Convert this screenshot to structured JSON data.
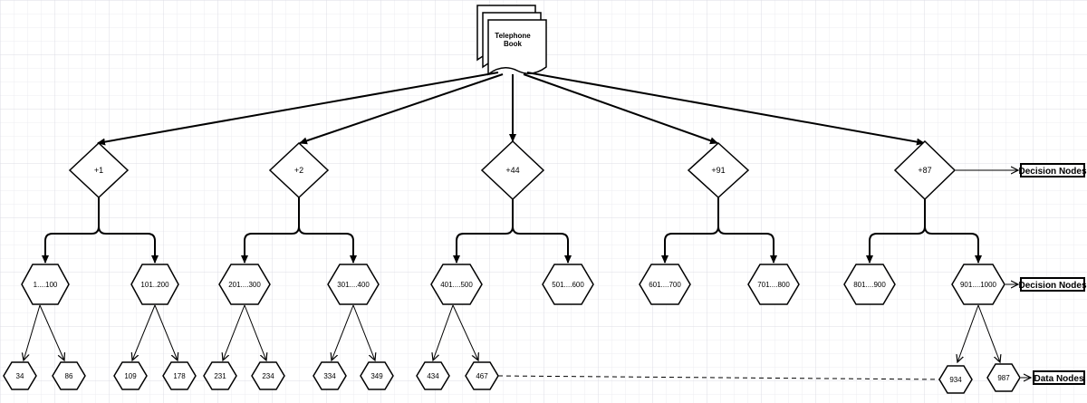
{
  "root": {
    "label_line1": "Telephone",
    "label_line2": "Book"
  },
  "decisions": [
    "+1",
    "+2",
    "+44",
    "+91",
    "+87"
  ],
  "ranges": [
    "1....100",
    "101..200",
    "201....300",
    "301....400",
    "401....500",
    "501....600",
    "601....700",
    "701....800",
    "801....900",
    "901....1000"
  ],
  "data_nodes": [
    "34",
    "86",
    "109",
    "178",
    "231",
    "234",
    "334",
    "349",
    "434",
    "467",
    "934",
    "987"
  ],
  "legend": {
    "decision_nodes_1": "Decision Nodes",
    "decision_nodes_2": "Decision Nodes",
    "data_nodes": "Data Nodes"
  },
  "colors": {
    "grid": "#e6e6ee",
    "stroke": "#000000",
    "fill": "#ffffff"
  }
}
